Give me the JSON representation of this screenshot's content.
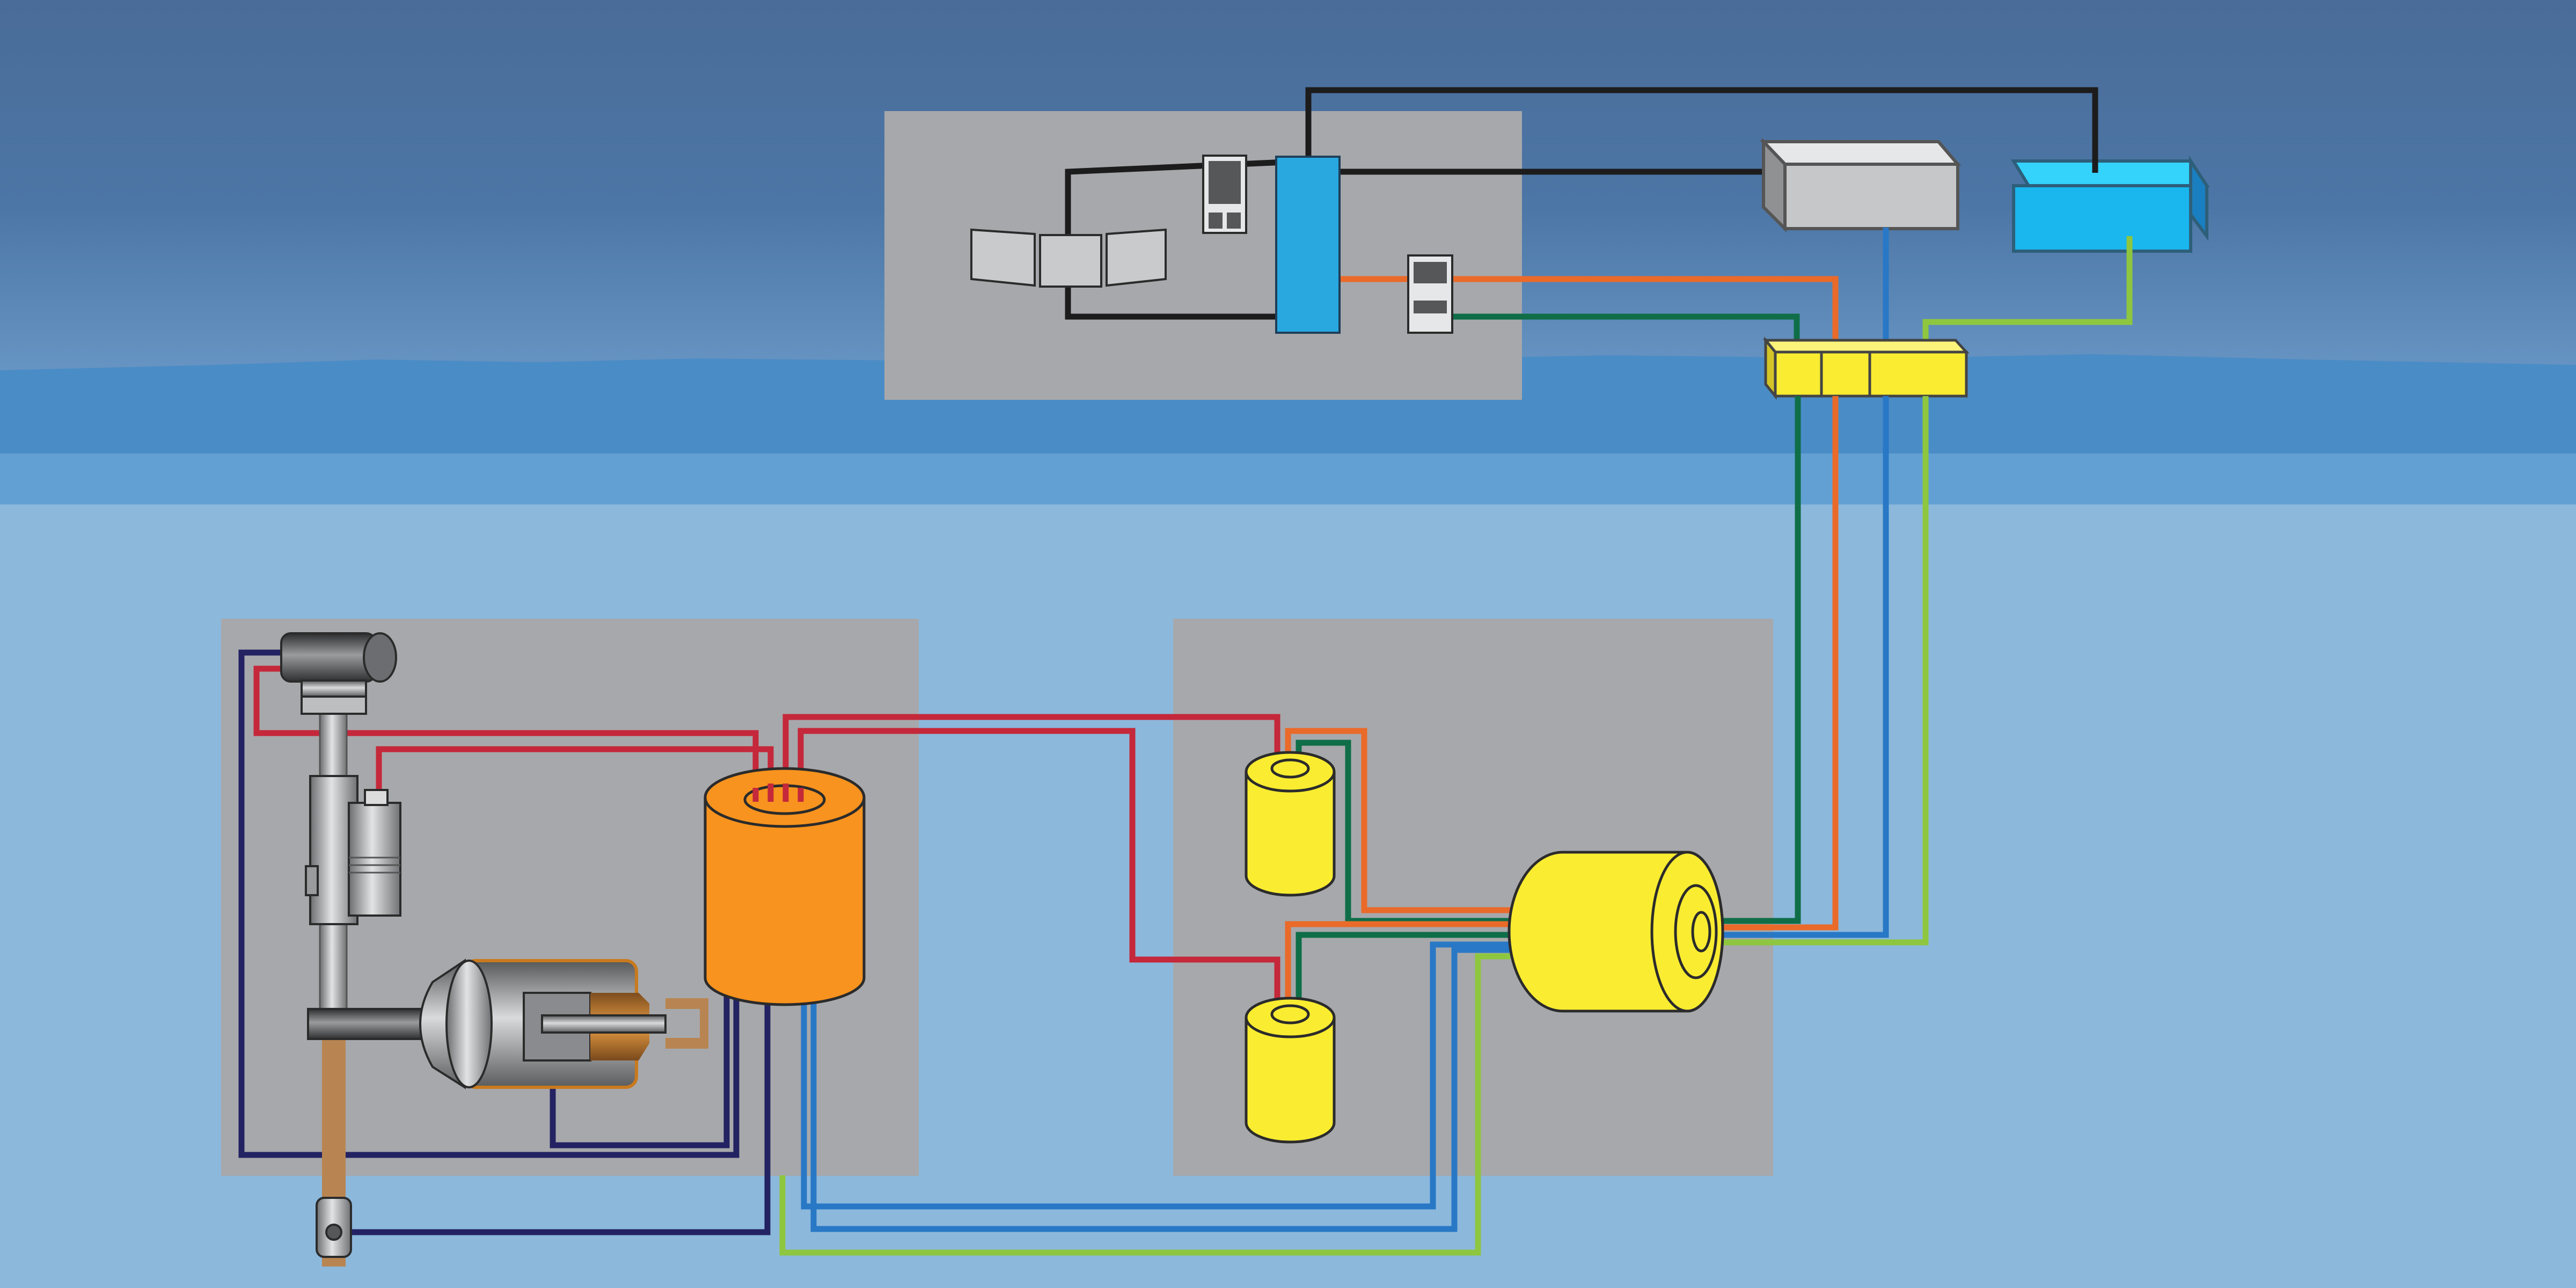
{
  "colors": {
    "sky_top": "#4a6f9a",
    "sky_mid": "#5a85b5",
    "water_band": "#4a8cc6",
    "water_light": "#62a0d4",
    "ground": "#8cb8dc",
    "panel": "#a7a8ab",
    "wire_black": "#1c1c1c",
    "wire_orange": "#ea6a2a",
    "wire_green": "#0f6e48",
    "wire_blue": "#2878c6",
    "wire_lightgreen": "#8ec63f",
    "wire_red": "#c4283a",
    "wire_navy": "#232262",
    "bronze": "#b88552",
    "cylinder_orange": "#f7931e",
    "cylinder_yellow": "#f9ec31",
    "box_cyan": "#1ab6ee",
    "pillar_cyan": "#29a8e0",
    "box_grey": "#c6c7c9"
  },
  "components": [
    "control-panel",
    "display-screens",
    "handheld-remote",
    "control-pillar",
    "terminal-unit",
    "grey-enclosure",
    "cyan-enclosure",
    "junction-box",
    "hydraulic-panel",
    "hydraulic-reservoir",
    "winch-motor",
    "rotary-actuator",
    "hydraulic-cylinder",
    "shaft-clamp",
    "transducer-panel",
    "small-accumulator-upper",
    "small-accumulator-lower",
    "large-coil"
  ]
}
